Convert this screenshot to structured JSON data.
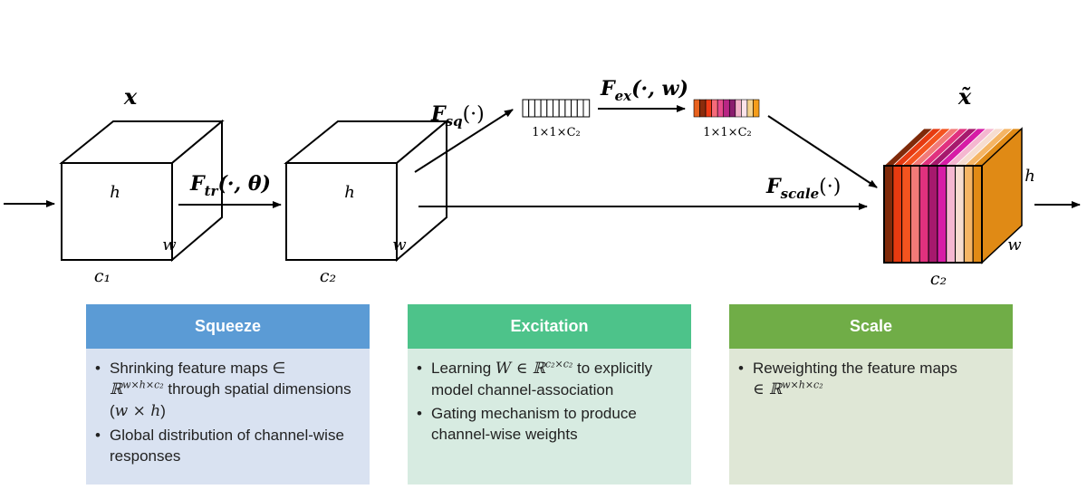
{
  "labels": {
    "x": "x",
    "x_tilde": "x̃",
    "h": "h",
    "w": "w",
    "c1": "c₁",
    "c2": "c₂",
    "f_tr": "F",
    "f_tr_sub": "tr",
    "f_tr_args": "(·, θ)",
    "f_sq": "F",
    "f_sq_sub": "sq",
    "f_sq_args": "(·)",
    "f_ex": "F",
    "f_ex_sub": "ex",
    "f_ex_args": "(·, w)",
    "f_scale": "F",
    "f_scale_sub": "scale",
    "f_scale_args": "(·)",
    "vec_dim_1": "1×1×C₂",
    "vec_dim_2": "1×1×C₂"
  },
  "colors": {
    "squeeze_head": "#5b9bd5",
    "squeeze_body": "#d9e2f1",
    "excitation_head": "#4dc38a",
    "excitation_body": "#d7ebe1",
    "scale_head": "#70ad47",
    "scale_body": "#dfe7d6",
    "excitation_vector": [
      "#e8621e",
      "#8b2c0c",
      "#f03c16",
      "#f56b7a",
      "#e64b8c",
      "#b92685",
      "#8a1b6e",
      "#f2b1c9",
      "#fbe3ea",
      "#f3d28f",
      "#f59d1a"
    ],
    "channel_stripes": [
      "#7f2a0a",
      "#e63a10",
      "#f4531f",
      "#f27a78",
      "#e0317e",
      "#a6196d",
      "#d71ca6",
      "#f5b7d0",
      "#f7ddd0",
      "#f5b565",
      "#e08a15"
    ]
  },
  "panels": [
    {
      "title": "Squeeze",
      "bullets": [
        {
          "parts": [
            "Shrinking feature maps ∈",
            "ℝ",
            "w×h×c₂",
            " through spatial dimensions (",
            "w × h",
            ")"
          ]
        },
        {
          "parts": [
            "Global distribution of channel-wise responses"
          ]
        }
      ]
    },
    {
      "title": "Excitation",
      "bullets": [
        {
          "parts": [
            "Learning ",
            "W",
            " ∈ ℝ",
            "c₂×c₂",
            " to explicitly model channel-association"
          ]
        },
        {
          "parts": [
            "Gating mechanism to produce channel-wise weights"
          ]
        }
      ]
    },
    {
      "title": "Scale",
      "bullets": [
        {
          "parts": [
            "Reweighting the feature maps",
            "∈ ℝ",
            "w×h×c₂"
          ]
        }
      ]
    }
  ]
}
